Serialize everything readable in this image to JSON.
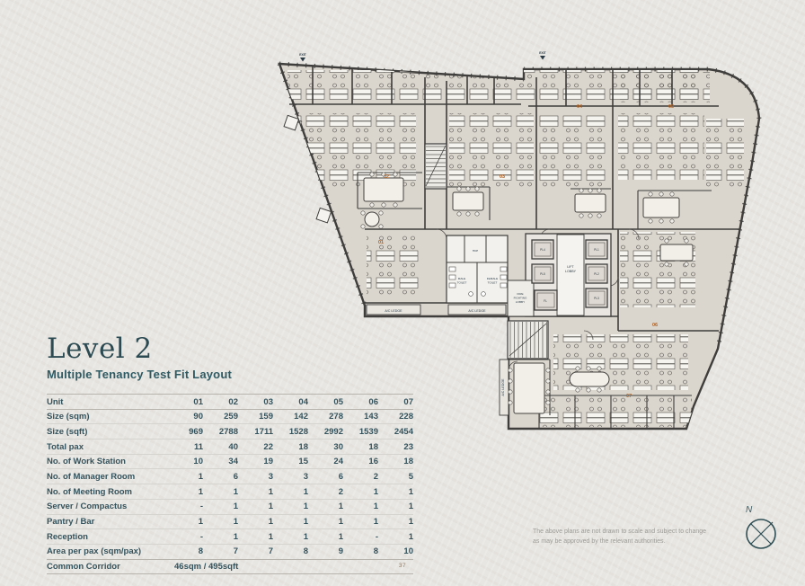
{
  "title": {
    "heading": "Level 2",
    "subtitle": "Multiple Tenancy Test Fit Layout"
  },
  "table": {
    "header": {
      "label": "Unit",
      "columns": [
        "01",
        "02",
        "03",
        "04",
        "05",
        "06",
        "07"
      ]
    },
    "rows": [
      {
        "label": "Size (sqm)",
        "values": [
          "90",
          "259",
          "159",
          "142",
          "278",
          "143",
          "228"
        ]
      },
      {
        "label": "Size (sqft)",
        "values": [
          "969",
          "2788",
          "1711",
          "1528",
          "2992",
          "1539",
          "2454"
        ]
      },
      {
        "label": "Total pax",
        "values": [
          "11",
          "40",
          "22",
          "18",
          "30",
          "18",
          "23"
        ]
      },
      {
        "label": "No. of Work Station",
        "values": [
          "10",
          "34",
          "19",
          "15",
          "24",
          "16",
          "18"
        ]
      },
      {
        "label": "No. of Manager Room",
        "values": [
          "1",
          "6",
          "3",
          "3",
          "6",
          "2",
          "5"
        ]
      },
      {
        "label": "No. of Meeting Room",
        "values": [
          "1",
          "1",
          "1",
          "1",
          "2",
          "1",
          "1"
        ]
      },
      {
        "label": "Server / Compactus",
        "values": [
          "-",
          "1",
          "1",
          "1",
          "1",
          "1",
          "1"
        ]
      },
      {
        "label": "Pantry / Bar",
        "values": [
          "1",
          "1",
          "1",
          "1",
          "1",
          "1",
          "1"
        ]
      },
      {
        "label": "Reception",
        "values": [
          "-",
          "1",
          "1",
          "1",
          "1",
          "-",
          "1"
        ]
      },
      {
        "label": "Area per pax (sqm/pax)",
        "values": [
          "8",
          "7",
          "7",
          "8",
          "9",
          "8",
          "10"
        ]
      }
    ],
    "footer": {
      "label": "Common Corridor",
      "value": "46sqm / 495sqft"
    }
  },
  "plan": {
    "units": [
      "01",
      "02",
      "03",
      "04",
      "05",
      "06",
      "07"
    ],
    "labels": {
      "lift_lobby": [
        "LIFT",
        "LOBBY"
      ],
      "fire_lobby": [
        "FIRE",
        "FIGHTING",
        "LOBBY"
      ],
      "male_toilet": [
        "MALE",
        "TOILET"
      ],
      "female_toilet": [
        "FEMALE",
        "TOILET"
      ],
      "hcp": "HCP",
      "ac_ledge": "A/C LEDGE",
      "exit": "EXIT"
    },
    "lifts": [
      "PL1",
      "PL2",
      "PL3",
      "PL4",
      "PL5",
      "FL"
    ]
  },
  "disclaimer": {
    "line1": "The above plans are not drawn to scale and subject to change",
    "line2": "as may be approved by the relevant authorities."
  },
  "compass": {
    "label": "N"
  },
  "page_number": "37",
  "colors": {
    "accent_teal": "#2c4a52",
    "floor_fill": "#dad5cd",
    "wall": "#3f3e3c",
    "unit_label": "#b06122"
  }
}
